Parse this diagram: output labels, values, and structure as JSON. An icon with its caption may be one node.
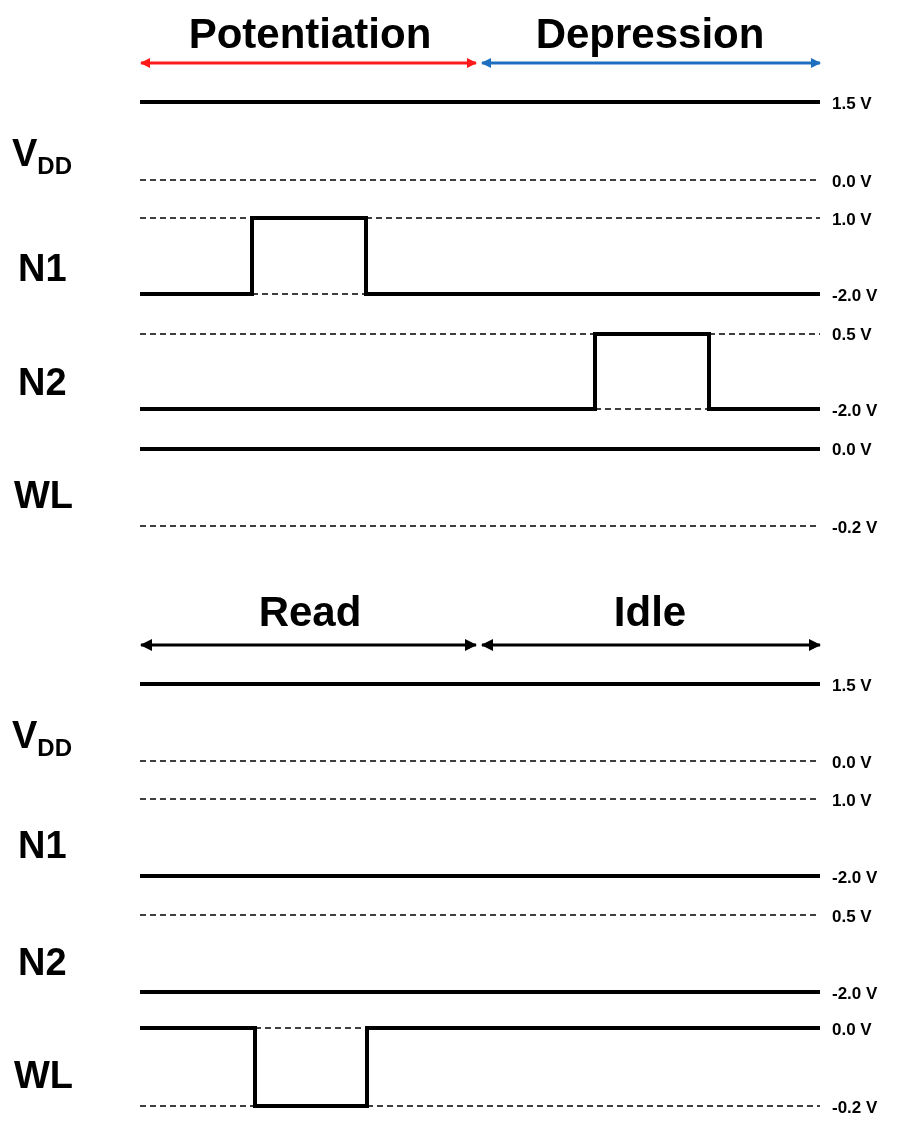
{
  "diagram": {
    "labels": [
      "Potentiation",
      "Depression",
      "V$_{DD}$",
      "1.5 V",
      "0.0 V",
      "N1",
      "1.0 V",
      "-2.0 V",
      "N2",
      "0.5 V",
      "-2.0 V",
      "WL",
      "0.0 V",
      "-0.2 V",
      "Read",
      "Idle",
      "V$_{DD}$",
      "1.5 V",
      "0.0 V",
      "N1",
      "1.0 V",
      "-2.0 V",
      "N2",
      "0.5 V",
      "-2.0 V",
      "WL",
      "0.0 V",
      "-0.2 V"
    ]
  }
}
